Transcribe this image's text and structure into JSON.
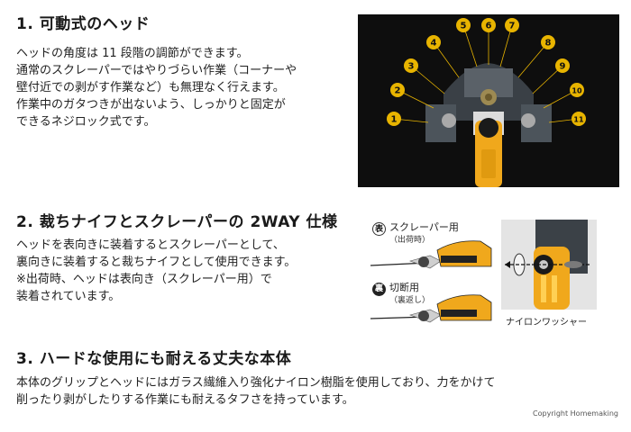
{
  "section1": {
    "title": "1. 可動式のヘッド",
    "lines": [
      "ヘッドの角度は 11 段階の調節ができます。",
      "通常のスクレーパーではやりづらい作業（コーナーや",
      "壁付近での剥がす作業など）も無理なく行えます。",
      "作業中のガタつきが出ないよう、しっかりと固定が",
      "できるネジロック式です。"
    ],
    "angle_markers": [
      "1",
      "2",
      "3",
      "4",
      "5",
      "6",
      "7",
      "8",
      "9",
      "10",
      "11"
    ]
  },
  "section2": {
    "title": "2. 裁ちナイフとスクレーパーの 2WAY 仕様",
    "lines": [
      "ヘッドを表向きに装着するとスクレーパーとして、",
      "裏向きに装着すると裁ちナイフとして使用できます。",
      "※出荷時、ヘッドは表向き（スクレーパー用）で",
      "装着されています。"
    ],
    "front_badge": "表",
    "front_label": "スクレーパー用",
    "front_sub": "（出荷時）",
    "back_badge": "裏",
    "back_label": "切断用",
    "back_sub": "（裏返し）",
    "washer_label": "ナイロンワッシャー"
  },
  "section3": {
    "title": "3. ハードな使用にも耐える丈夫な本体",
    "lines": [
      "本体のグリップとヘッドにはガラス繊維入り強化ナイロン樹脂を使用しており、力をかけて",
      "削ったり剥がしたりする作業にも耐えるタフさを持っています。"
    ]
  },
  "copyright": "Copyright  Homemaking",
  "colors": {
    "accent_yellow": "#f0a81c",
    "marker_yellow": "#e8b400",
    "photo_bg": "#0e0e0e"
  }
}
